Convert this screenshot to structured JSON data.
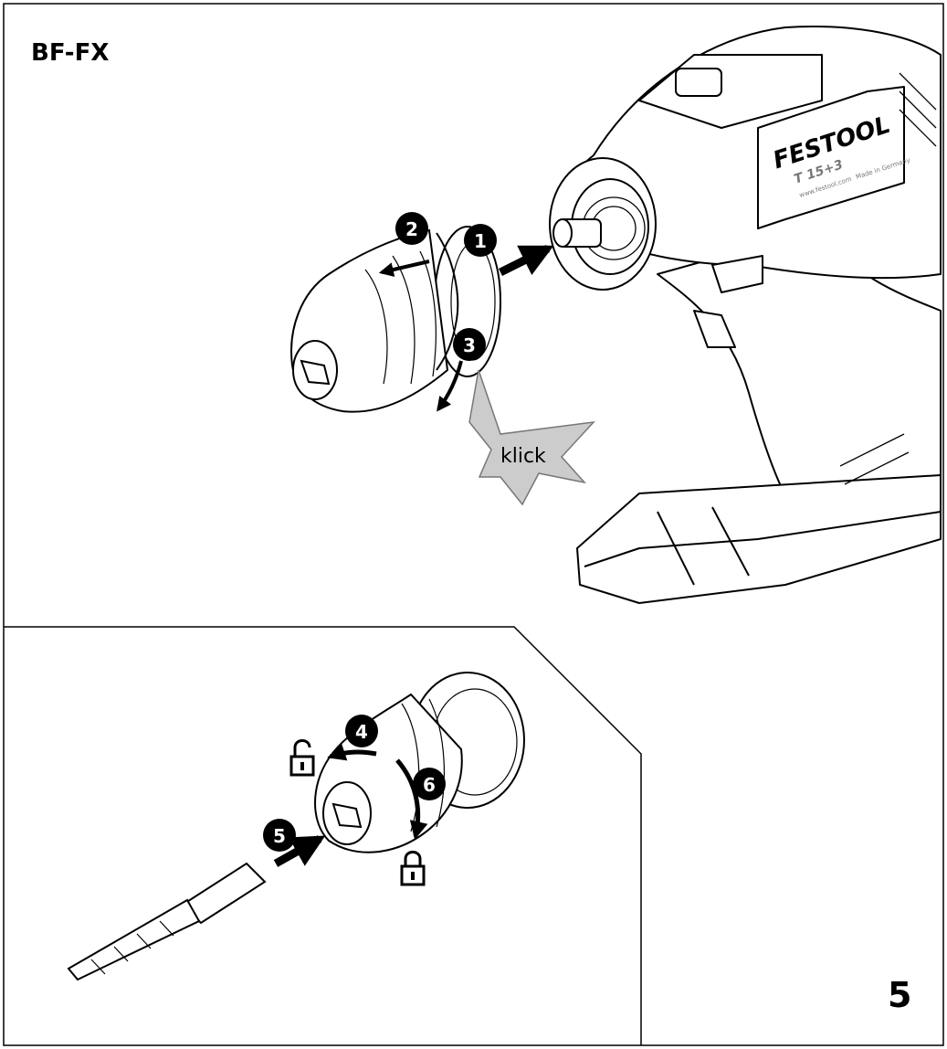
{
  "header": {
    "model": "BF-FX"
  },
  "footer": {
    "figure_number": "5"
  },
  "drill": {
    "brand": "FESTOOL",
    "model_text": "T 15+3",
    "website": "www.festool.com",
    "made_in": "Made in Germany"
  },
  "callouts": {
    "klick": "klick",
    "steps": [
      "1",
      "2",
      "3",
      "4",
      "5",
      "6"
    ]
  },
  "icons": {
    "unlock": "padlock-open-icon",
    "lock": "padlock-closed-icon"
  },
  "colors": {
    "ink": "#000000",
    "burst": "#cccccc",
    "paper": "#ffffff"
  }
}
